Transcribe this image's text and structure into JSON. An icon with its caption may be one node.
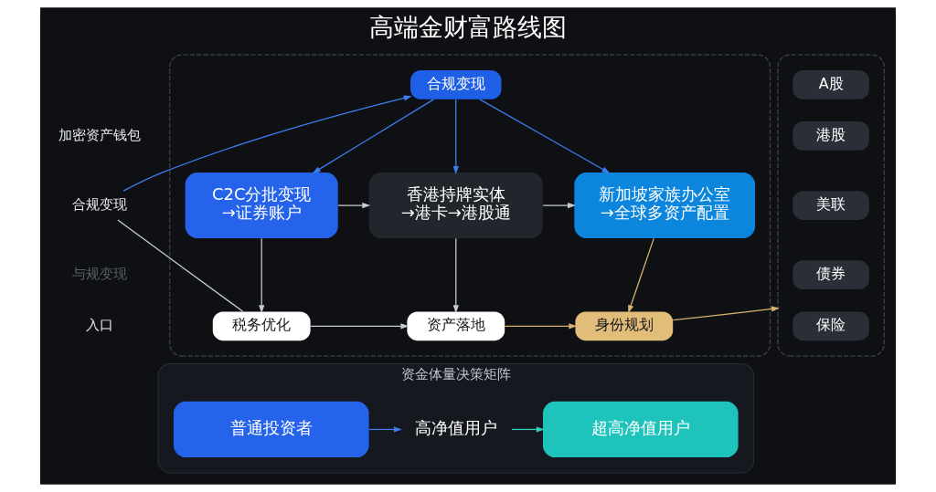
{
  "diagram": {
    "title": "高端金财富路线图",
    "nodes": [
      {
        "text": [
          "合规变现"
        ]
      },
      {
        "text": [],
        "shape": "box"
      },
      {
        "text": [
          "合规变现"
        ],
        "in": 1
      },
      {
        "text": [
          "C2C分批变现 →证券账户"
        ],
        "in": 1
      },
      {
        "text": [
          "香港持牌实体 →港卡→港股通"
        ],
        "in": 1
      },
      {
        "text": [
          "新加坡家族办公室 →全球多资产配置"
        ],
        "in": 1
      },
      {
        "text": [
          "税务优化"
        ],
        "in": 1
      },
      {
        "text": [
          "资产落地"
        ],
        "in": 1
      },
      {
        "text": [
          "身份规划"
        ],
        "in": 1
      },
      {
        "text": [],
        "shape": "box"
      },
      {
        "text": [
          "A股"
        ],
        "in": 9
      },
      {
        "text": [
          "港股"
        ],
        "in": 9
      },
      {
        "text": [
          "美联"
        ],
        "in": 9
      },
      {
        "text": [
          "债券"
        ],
        "in": 9
      },
      {
        "text": [
          "保险"
        ],
        "in": 9
      },
      {
        "text": [
          "资金体量决策矩阵"
        ]
      },
      {
        "text": [
          "普通投资者"
        ],
        "in": 15
      },
      {
        "text": [
          "高净值用户"
        ],
        "in": 15
      },
      {
        "text": [
          "超高净值用户"
        ],
        "in": 15
      }
    ],
    "edges": [
      {
        "from": 0,
        "to": 2,
        "arrow": "to",
        "color": "#3b7ff0"
      },
      {
        "from": 0,
        "to": 6,
        "arrow": "none"
      },
      {
        "from": 2,
        "to": 3,
        "arrow": "to",
        "color": "#3b7ff0"
      },
      {
        "from": 2,
        "to": 4,
        "arrow": "to",
        "color": "#3b7ff0"
      },
      {
        "from": 2,
        "to": 5,
        "arrow": "to",
        "color": "#3b7ff0"
      },
      {
        "from": 3,
        "to": 4,
        "arrow": "to"
      },
      {
        "from": 4,
        "to": 5,
        "arrow": "to"
      },
      {
        "from": 3,
        "to": 6,
        "arrow": "to"
      },
      {
        "from": 4,
        "to": 7,
        "arrow": "to"
      },
      {
        "from": 5,
        "to": 8,
        "arrow": "to",
        "color": "#d8b26e"
      },
      {
        "from": 6,
        "to": 7,
        "arrow": "to"
      },
      {
        "from": 7,
        "to": 8,
        "arrow": "to",
        "color": "#d8b26e"
      },
      {
        "from": 8,
        "to": 9,
        "arrow": "to",
        "color": "#d8b26e"
      },
      {
        "from": 16,
        "to": 17,
        "arrow": "to",
        "color": "#3b7ff0"
      },
      {
        "from": 17,
        "to": 18,
        "arrow": "to",
        "color": "#2ed3c0"
      }
    ],
    "labels": [
      "加密资产钱包",
      "与规变现",
      "入口"
    ]
  }
}
